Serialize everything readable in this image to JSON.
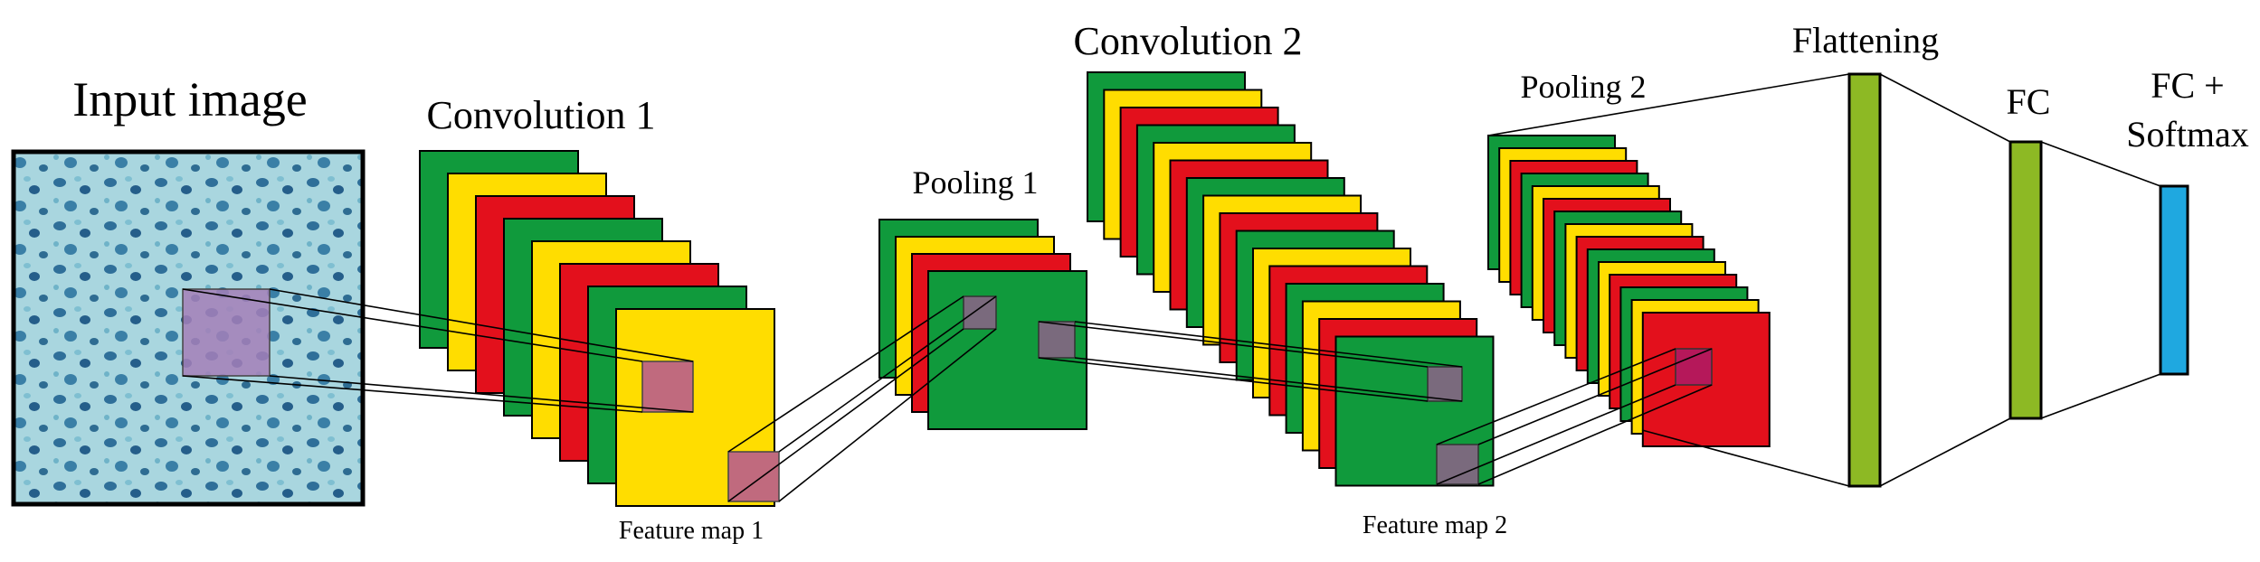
{
  "labels": {
    "input_image": "Input image",
    "convolution_1": "Convolution 1",
    "pooling_1": "Pooling 1",
    "convolution_2": "Convolution 2",
    "pooling_2": "Pooling 2",
    "flattening": "Flattening",
    "fc": "FC",
    "fc_softmax_line1": "FC +",
    "fc_softmax_line2": "Softmax",
    "feature_map_1": "Feature map 1",
    "feature_map_2": "Feature map 2"
  },
  "colors": {
    "green": "#109A3C",
    "yellow": "#FFDD00",
    "red": "#E3101C",
    "lime": "#8DB924",
    "blue": "#1FA8E0",
    "patch_violet": "#A57FB8",
    "patch_grey": "#7A6A7D",
    "patch_pink": "#C06A7E",
    "patch_magenta": "#B5185A",
    "background_tile": "#A9D6DF"
  },
  "stacks": {
    "convolution_1_colors": [
      "green",
      "yellow",
      "red",
      "green",
      "yellow",
      "red",
      "green",
      "yellow"
    ],
    "pooling_1_colors": [
      "green",
      "yellow",
      "red",
      "green"
    ],
    "convolution_2_colors": [
      "green",
      "yellow",
      "red",
      "green",
      "yellow",
      "red",
      "green",
      "yellow",
      "red",
      "green",
      "yellow",
      "red",
      "green",
      "yellow",
      "red",
      "green"
    ],
    "pooling_2_colors": [
      "green",
      "yellow",
      "red",
      "green",
      "yellow",
      "red",
      "green",
      "yellow",
      "red",
      "green",
      "yellow",
      "red",
      "green",
      "yellow",
      "red"
    ]
  }
}
